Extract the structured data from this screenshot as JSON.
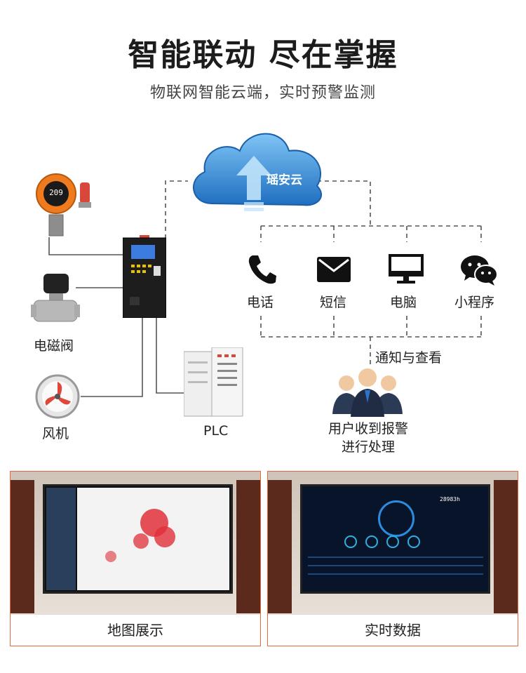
{
  "header": {
    "title": "智能联动 尽在掌握",
    "subtitle": "物联网智能云端，实时预警监测"
  },
  "cloud": {
    "label": "瑶安云"
  },
  "detector": {
    "display_value": "209"
  },
  "channels": [
    {
      "label": "电话",
      "icon": "phone-icon"
    },
    {
      "label": "短信",
      "icon": "envelope-icon"
    },
    {
      "label": "电脑",
      "icon": "monitor-icon"
    },
    {
      "label": "小程序",
      "icon": "wechat-icon"
    }
  ],
  "notify_label": "通知与查看",
  "devices": {
    "valve_label": "电磁阀",
    "fan_label": "风机",
    "plc_label": "PLC"
  },
  "users_label_line1": "用户收到报警",
  "users_label_line2": "进行处理",
  "photos": [
    {
      "caption": "地图展示",
      "screen_value": ""
    },
    {
      "caption": "实时数据",
      "screen_value": "28983h"
    }
  ],
  "colors": {
    "accent": "#e36a3a",
    "cloud_blue": "#2d8ad8",
    "detector_orange": "#f07a1e"
  }
}
